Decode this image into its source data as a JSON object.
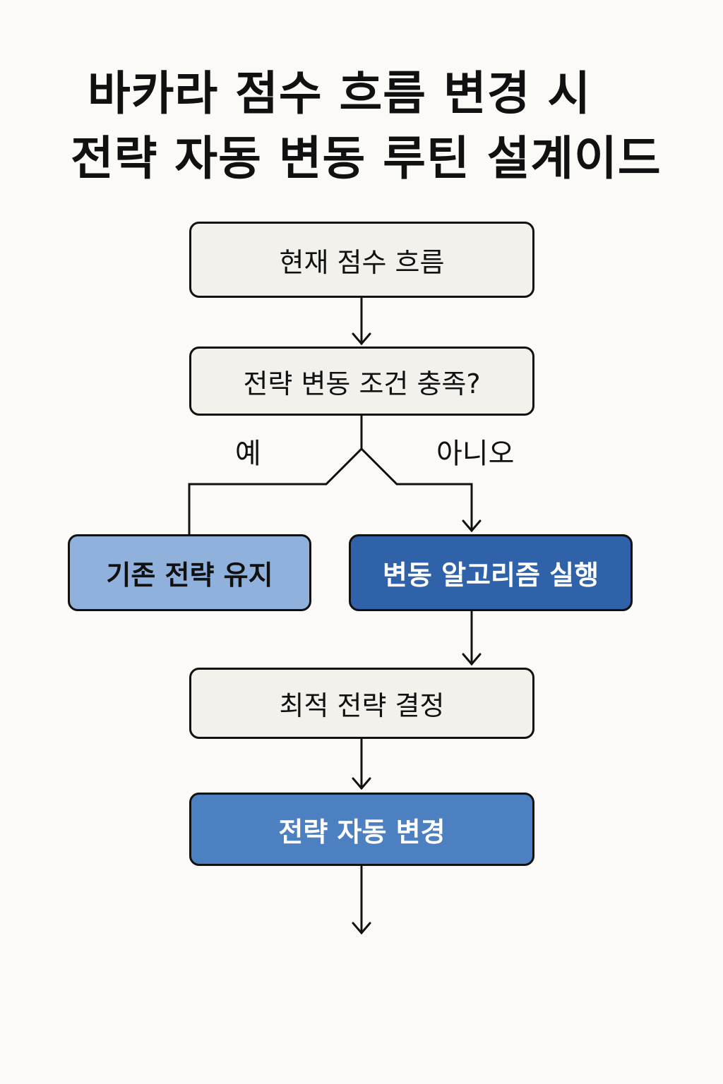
{
  "title": {
    "line1": "바카라 점수 흐름 변경 시",
    "line2": "전략 자동 변동 루틴 설계이드"
  },
  "nodes": {
    "current_flow": "현재 점수 흐름",
    "condition": "전략 변동 조건 충족?",
    "keep_strategy": "기존 전략 유지",
    "run_algorithm": "변동 알고리즘 실행",
    "optimal_strategy": "최적 전략 결정",
    "auto_change": "전략 자동 변경"
  },
  "branches": {
    "yes": "예",
    "no": "아니오"
  },
  "colors": {
    "background": "#fbfaf6",
    "neutral_box": "#f2f1ec",
    "light_blue_box": "#8fb1dc",
    "dark_blue_box": "#2f62a8",
    "mid_blue_box": "#4d80c1",
    "line": "#111111"
  }
}
